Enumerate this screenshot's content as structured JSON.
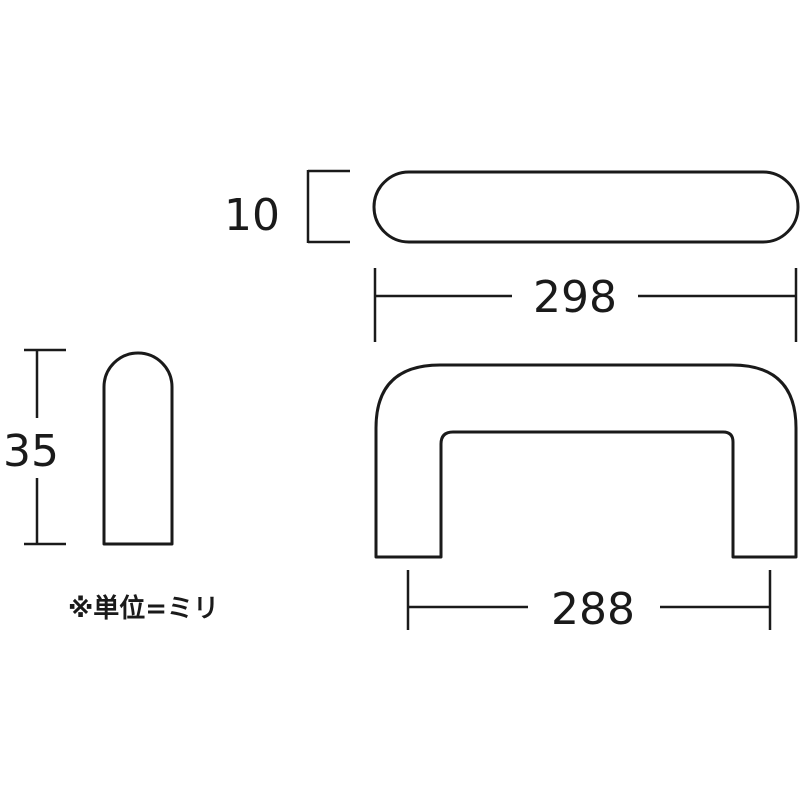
{
  "dimensions": {
    "thickness": "10",
    "overall_length": "298",
    "height": "35",
    "pitch": "288"
  },
  "note": "※単位=ミリ"
}
